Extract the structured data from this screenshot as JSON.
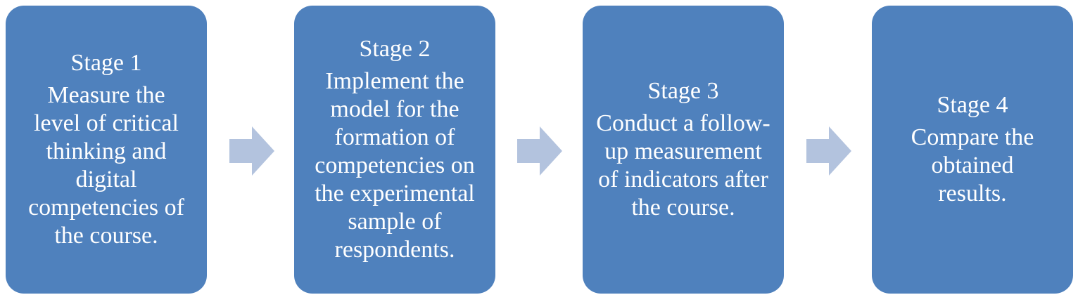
{
  "colors": {
    "box_fill": "#4f81bd",
    "arrow_fill": "#b3c3de",
    "text": "#ffffff"
  },
  "stages": [
    {
      "title": "Stage 1",
      "description": "Measure the level of critical thinking and digital competencies of the course."
    },
    {
      "title": "Stage 2",
      "description": "Implement the model for the formation of competencies on the experimental sample of respondents."
    },
    {
      "title": "Stage 3",
      "description": "Conduct a follow-up measurement of indicators after the course."
    },
    {
      "title": "Stage 4",
      "description": "Compare the obtained results."
    }
  ],
  "arrows": [
    {
      "icon": "right-arrow-icon"
    },
    {
      "icon": "right-arrow-icon"
    },
    {
      "icon": "right-arrow-icon"
    }
  ]
}
